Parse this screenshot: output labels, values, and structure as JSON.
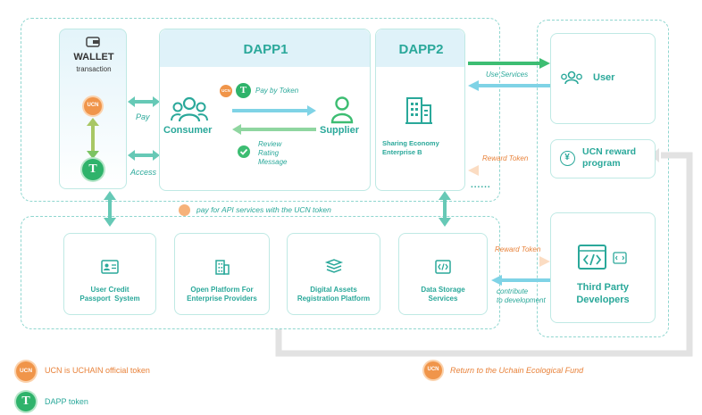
{
  "wallet": {
    "title": "WALLET",
    "subtitle": "transaction"
  },
  "dapp1": {
    "title": "DAPP1",
    "consumer": "Consumer",
    "supplier": "Supplier",
    "pay_by_token": "Pay by Token",
    "review": "Review\nRating\nMessage"
  },
  "dapp2": {
    "title": "DAPP2",
    "enterprise": "Sharing Economy\nEnterprise B"
  },
  "links": {
    "pay": "Pay",
    "access": "Access",
    "use_services": "Use Services",
    "reward_token_1": "Reward Token",
    "reward_token_2": "Reward Token",
    "contribute": "contribute\nto development",
    "api_note": "pay for API services with the UCN token"
  },
  "right": {
    "user": "User",
    "reward_program": "UCN reward\nprogram",
    "third_party": "Third Party\nDevelopers"
  },
  "platform": [
    {
      "label": "User Credit\nPassport  System",
      "icon": "id-card-icon"
    },
    {
      "label": "Open Platform For\nEnterprise Providers",
      "icon": "building-icon"
    },
    {
      "label": "Digital Assets\nRegistration Platform",
      "icon": "stack-icon"
    },
    {
      "label": "Data Storage\nServices",
      "icon": "code-icon"
    }
  ],
  "legend": {
    "ucn": "UCN is UCHAIN official token",
    "dapp": "DAPP token",
    "fund": "Return to the Uchain Ecological Fund"
  },
  "tokens": {
    "ucn": "UCN",
    "dapp": "T"
  },
  "colors": {
    "teal": "#2aa89a",
    "green": "#3dbd72",
    "ucn_orange": "#f0954a",
    "dash": "#8fd6cf",
    "arrow_blue": "#7fd3e6"
  }
}
